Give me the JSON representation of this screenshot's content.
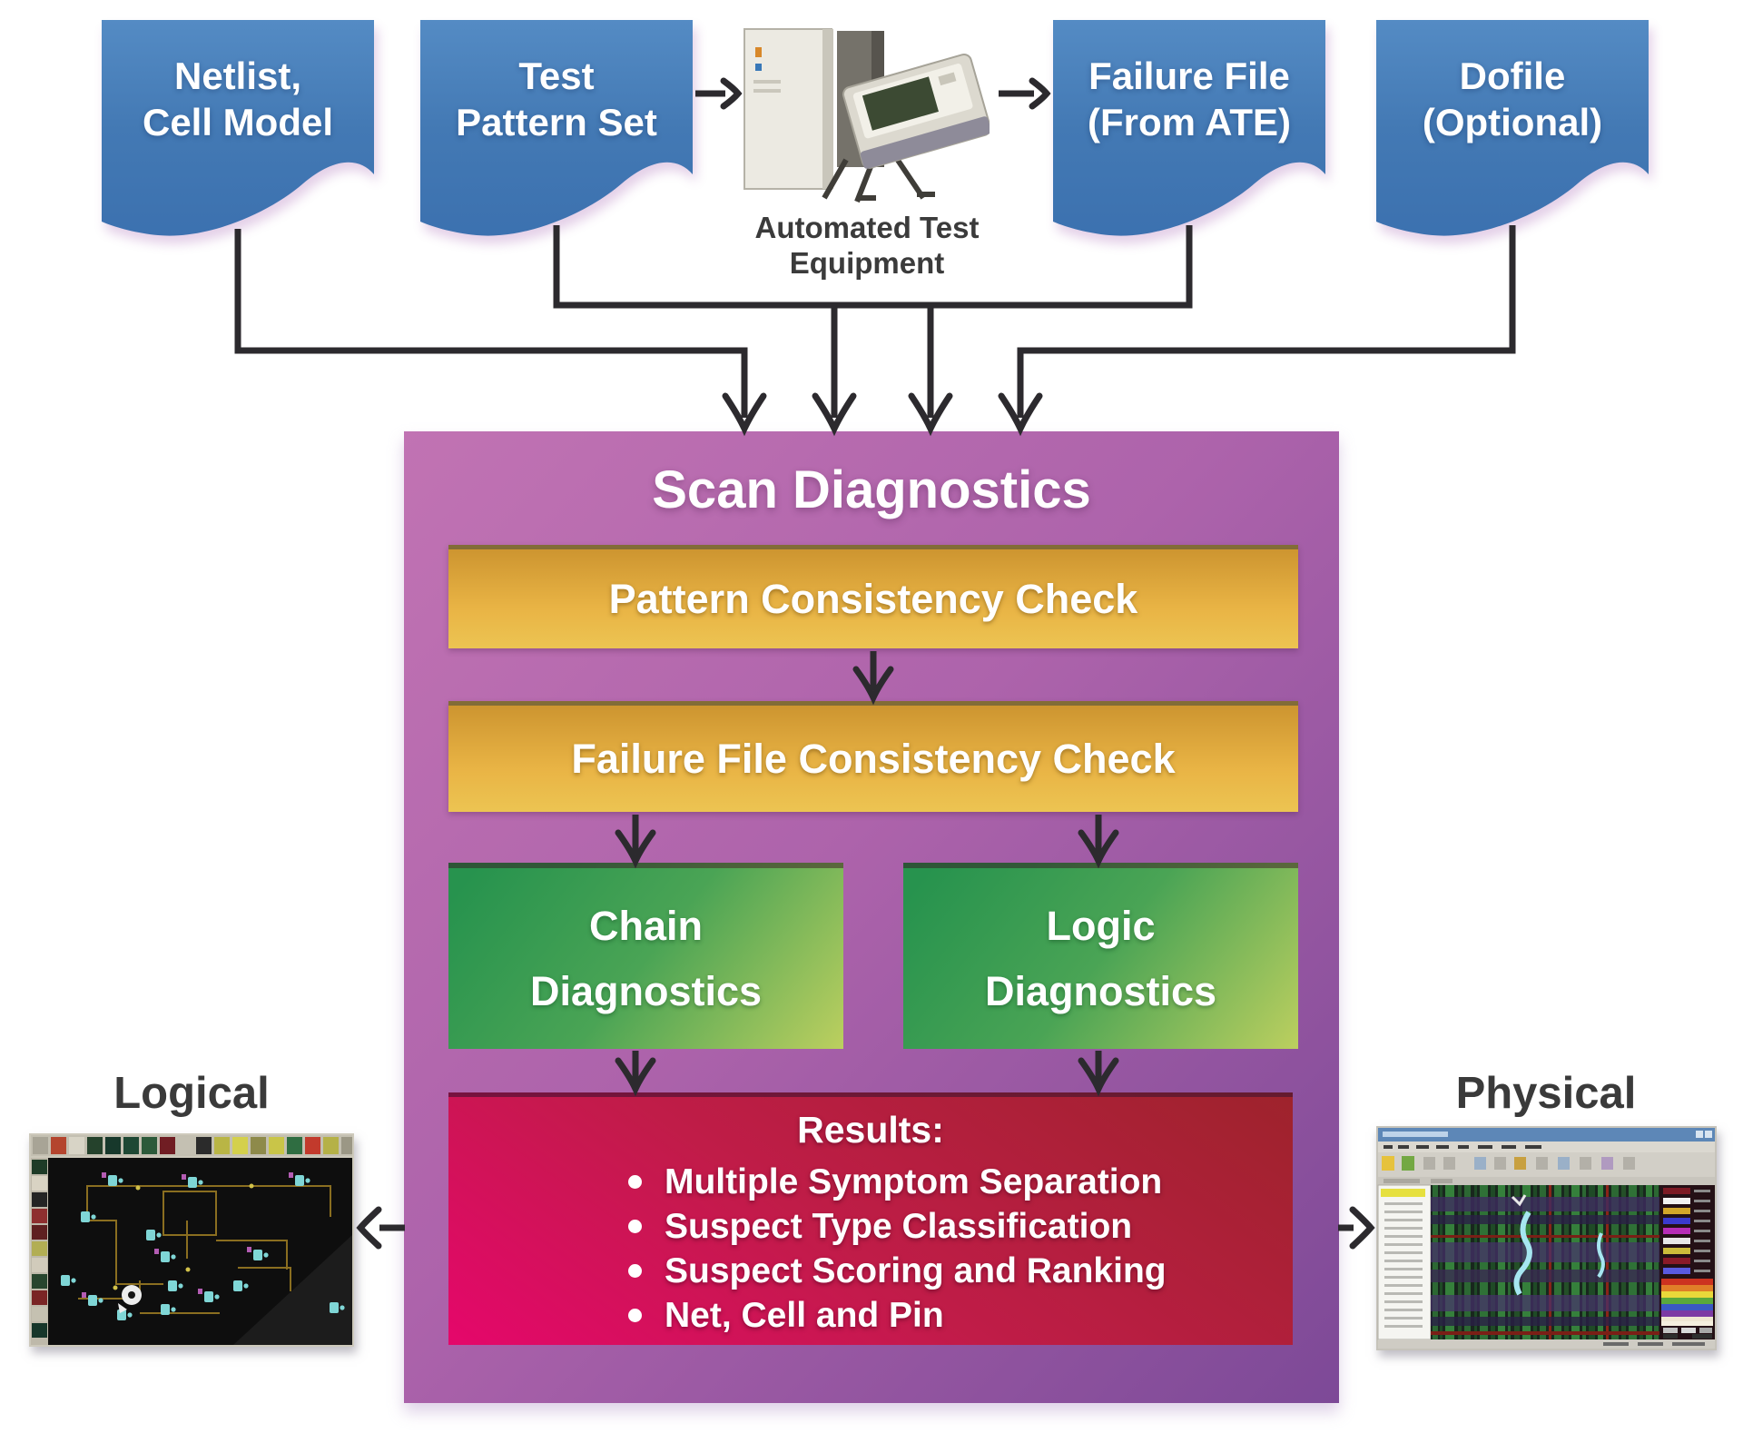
{
  "figure": {
    "inputs": {
      "netlist": "Netlist,\nCell Model",
      "test_pattern_set": "Test\nPattern Set",
      "failure_file": "Failure File\n(From ATE)",
      "dofile": "Dofile\n(Optional)"
    },
    "ate_caption": "Automated Test\nEquipment",
    "scan_diagnostics": {
      "title": "Scan Diagnostics",
      "pattern_check": "Pattern Consistency Check",
      "failure_check": "Failure File Consistency Check",
      "chain_diagnostics": "Chain\nDiagnostics",
      "logic_diagnostics": "Logic\nDiagnostics",
      "results": {
        "title": "Results:",
        "bullets": [
          "Multiple Symptom Separation",
          "Suspect Type Classification",
          "Suspect Scoring and Ranking",
          "Net, Cell and Pin"
        ]
      }
    },
    "outputs": {
      "logical_label": "Logical",
      "physical_label": "Physical"
    },
    "colors": {
      "document_blue": "#4379b4",
      "panel_purple": "#a963a9",
      "check_bar_orange": "#e3aa3c",
      "diagnostics_green": "#2f9e51",
      "results_red": "#c01c48",
      "connector": "#2c2a2e"
    }
  }
}
